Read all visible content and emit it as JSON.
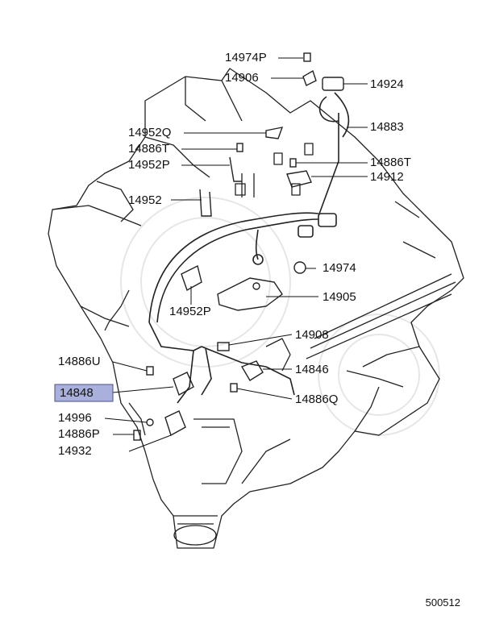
{
  "diagram_id": "500512",
  "selected_part": "14848",
  "callouts": [
    {
      "name": "callout-14974P",
      "label": "14974P"
    },
    {
      "name": "callout-14906",
      "label": "14906"
    },
    {
      "name": "callout-14924",
      "label": "14924"
    },
    {
      "name": "callout-14883",
      "label": "14883"
    },
    {
      "name": "callout-14952Q",
      "label": "14952Q"
    },
    {
      "name": "callout-14886T-left",
      "label": "14886T"
    },
    {
      "name": "callout-14886T-right",
      "label": "14886T"
    },
    {
      "name": "callout-14952P-top",
      "label": "14952P"
    },
    {
      "name": "callout-14912",
      "label": "14912"
    },
    {
      "name": "callout-14952",
      "label": "14952"
    },
    {
      "name": "callout-14974",
      "label": "14974"
    },
    {
      "name": "callout-14905",
      "label": "14905"
    },
    {
      "name": "callout-14952P-mid",
      "label": "14952P"
    },
    {
      "name": "callout-14908",
      "label": "14908"
    },
    {
      "name": "callout-14886U",
      "label": "14886U"
    },
    {
      "name": "callout-14846",
      "label": "14846"
    },
    {
      "name": "callout-14848",
      "label": "14848"
    },
    {
      "name": "callout-14886Q",
      "label": "14886Q"
    },
    {
      "name": "callout-14996",
      "label": "14996"
    },
    {
      "name": "callout-14886P",
      "label": "14886P"
    },
    {
      "name": "callout-14932",
      "label": "14932"
    }
  ]
}
